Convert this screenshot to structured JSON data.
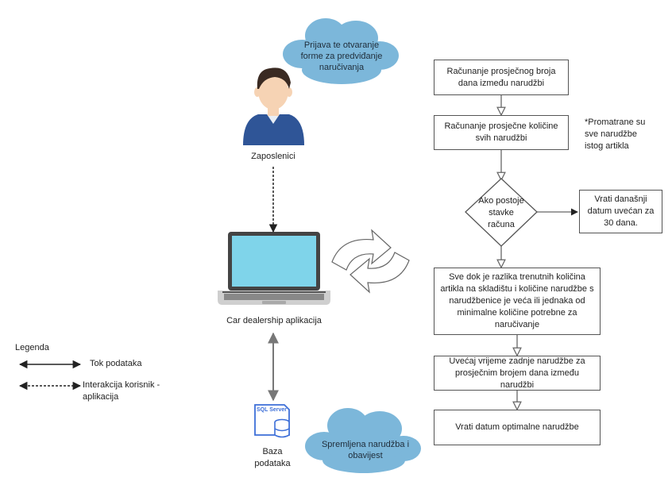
{
  "clouds": {
    "login": "Prijava te otvaranje forme za predviđanje naručivanja",
    "saved": "Spremljena narudžba i obavijest"
  },
  "actors": {
    "employees": "Zaposlenici",
    "app": "Car dealership aplikacija",
    "db": "Baza podataka",
    "db_icon_label": "SQL Server"
  },
  "flow": {
    "step1": "Računanje prosječnog  broja dana između narudžbi",
    "step2": "Računanje prosječne količine svih narudžbi",
    "note": "*Promatrane su sve narudžbe istog artikla",
    "decision": "Ako postoje stavke računa",
    "no_branch": "Vrati današnji datum uvećan za 30 dana.",
    "step3": "Sve dok je razlika trenutnih količina artikla na skladištu i količine narudžbe s narudžbenice je veća ili jednaka od minimalne količine potrebne za naručivanje",
    "step4": "Uvećaj vrijeme zadnje narudžbe za prosječnim brojem dana između narudžbi",
    "step5": "Vrati datum optimalne narudžbe"
  },
  "legend": {
    "title": "Legenda",
    "item1": "Tok  podataka",
    "item2": "Interakcija korisnik - aplikacija"
  },
  "colors": {
    "cloud": "#7cb7da",
    "laptop_screen": "#7fd4ea",
    "shirt": "#2f5597",
    "hair": "#3a2a22",
    "skin": "#f6d3b4",
    "db_icon": "#3d6fd8"
  }
}
